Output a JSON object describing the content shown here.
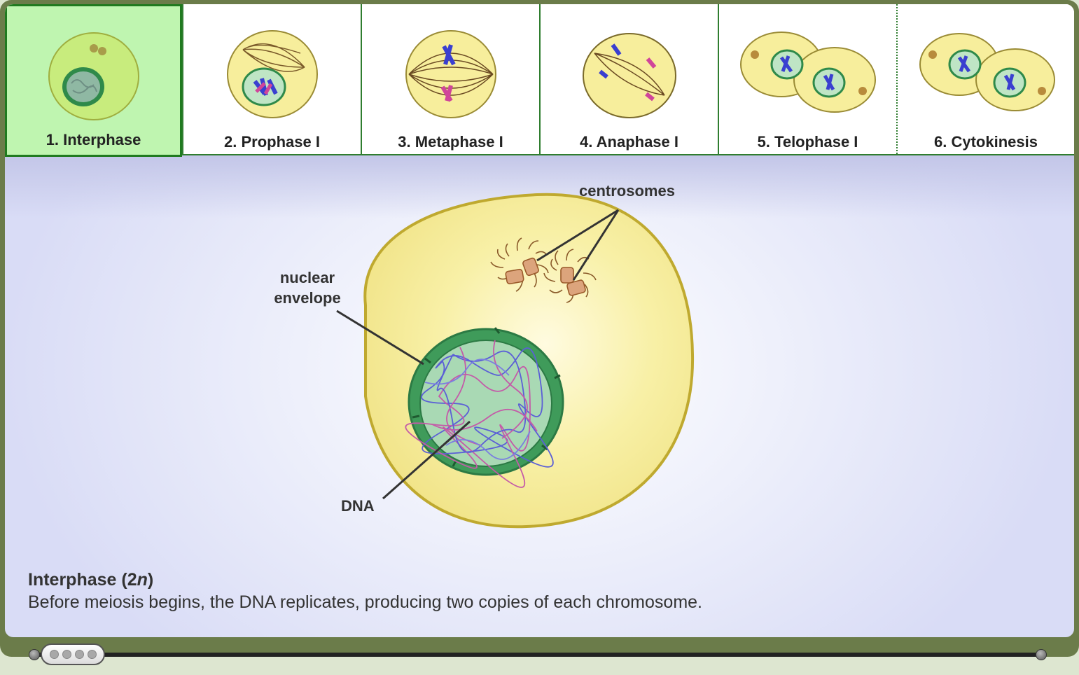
{
  "tabs": [
    {
      "label": "1. Interphase",
      "active": true
    },
    {
      "label": "2. Prophase I",
      "active": false
    },
    {
      "label": "3. Metaphase I",
      "active": false
    },
    {
      "label": "4. Anaphase I",
      "active": false
    },
    {
      "label": "5. Telophase I",
      "active": false
    },
    {
      "label": "6. Cytokinesis",
      "active": false
    }
  ],
  "diagram": {
    "label_centrosomes": "centrosomes",
    "label_nuclear_line1": "nuclear",
    "label_nuclear_line2": "envelope",
    "label_dna": "DNA"
  },
  "caption": {
    "title_prefix": "Interphase (2",
    "title_italic": "n",
    "title_suffix": ")",
    "body": "Before meiosis begins, the DNA replicates, producing two copies of each chromosome."
  },
  "slider": {
    "position_step": 1,
    "total_steps": 6
  },
  "colors": {
    "frame": "#6b7c4a",
    "tab_border": "#2f7d2f",
    "tab_active_bg": "#bff5b0",
    "cytoplasm": "#f7f0a2",
    "cell_membrane": "#bfa92f",
    "nucleus_envelope": "#3f9b5a",
    "nucleoplasm": "#a9d9b4",
    "centrosome": "#d9a27a"
  }
}
